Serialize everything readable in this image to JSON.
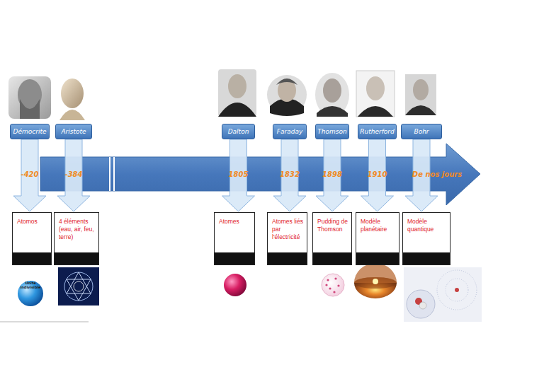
{
  "diagram": {
    "nodes": [
      {
        "text": [
          "Démocrite"
        ]
      },
      {
        "text": [
          "Aristote"
        ]
      },
      {
        "text": [
          "Dalton"
        ]
      },
      {
        "text": [
          "Faraday"
        ]
      },
      {
        "text": [
          "Thomson"
        ]
      },
      {
        "text": [
          "Rutherford"
        ]
      },
      {
        "text": [
          "Bohr"
        ]
      },
      {
        "text": [
          "Atomos"
        ]
      },
      {
        "text": [
          "4 éléments (eau, air, feu, terre)"
        ]
      },
      {
        "text": [
          "Atomes"
        ]
      },
      {
        "text": [
          "Atomes liés par l'électricité"
        ]
      },
      {
        "text": [
          "Pudding de Thomson"
        ]
      },
      {
        "text": [
          "Modèle planétaire"
        ]
      },
      {
        "text": [
          "Modèle quantique"
        ]
      }
    ],
    "edges": [
      {
        "from": 0,
        "to": 7,
        "arrow": "to",
        "label": "-420"
      },
      {
        "from": 1,
        "to": 8,
        "arrow": "to",
        "label": "-384"
      },
      {
        "from": 2,
        "to": 9,
        "arrow": "to",
        "label": "1805"
      },
      {
        "from": 3,
        "to": 10,
        "arrow": "to",
        "label": "1832"
      },
      {
        "from": 4,
        "to": 11,
        "arrow": "to",
        "label": "1898"
      },
      {
        "from": 5,
        "to": 12,
        "arrow": "to",
        "label": "1910"
      },
      {
        "from": 6,
        "to": 13,
        "arrow": "to",
        "label": "De nos jours"
      }
    ],
    "labels": [
      "Unité indivisible"
    ]
  }
}
